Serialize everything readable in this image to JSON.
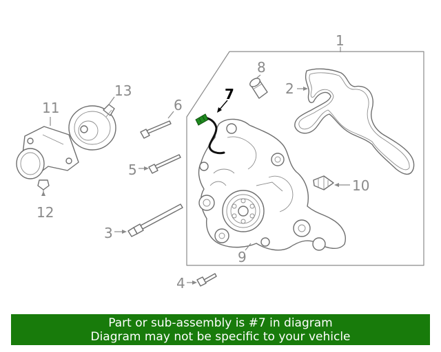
{
  "diagram": {
    "callouts": [
      "1",
      "2",
      "3",
      "4",
      "5",
      "6",
      "7",
      "8",
      "9",
      "10",
      "11",
      "12",
      "13"
    ],
    "highlighted_callout": "7",
    "colors": {
      "highlight_part": "#1f8a1f",
      "banner_bg": "#187b0b",
      "line_gray": "#6e6e6e"
    }
  },
  "banner": {
    "line1": "Part or sub-assembly is #7 in diagram",
    "line2": "Diagram may not be specific to your vehicle"
  }
}
